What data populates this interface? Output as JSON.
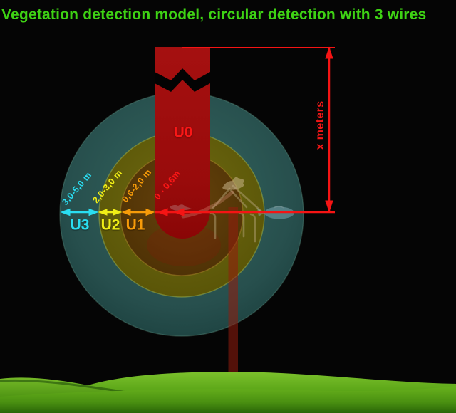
{
  "title": {
    "text": "Vegetation detection model, circular detection with 3 wires",
    "color": "#3ed214"
  },
  "mast": {
    "label": "U0",
    "range_label": "0 - 0,6m",
    "color": "#fb1717"
  },
  "zones": [
    {
      "label": "U1",
      "range_label": "0,6-2,0 m",
      "color": "#f79b09",
      "fill": "#5f3c0a"
    },
    {
      "label": "U2",
      "range_label": "2,0-3,0 m",
      "color": "#f0ee16",
      "fill": "#676410"
    },
    {
      "label": "U3",
      "range_label": "3,0-5,0 m",
      "color": "#2adef2",
      "fill": "#2b5957"
    }
  ],
  "dimension_line": {
    "label": "x meters",
    "color": "#f51414"
  },
  "decorations": {
    "bird": "bird-on-wires-silhouette",
    "fish": "fish-silhouette",
    "wires": "three-hanging-wires",
    "ground": "green-hills"
  },
  "colors": {
    "background": "#050505",
    "trunk_red": "#9d0c0c",
    "grass_green": "#65b01c",
    "line_red": "#f51414"
  }
}
